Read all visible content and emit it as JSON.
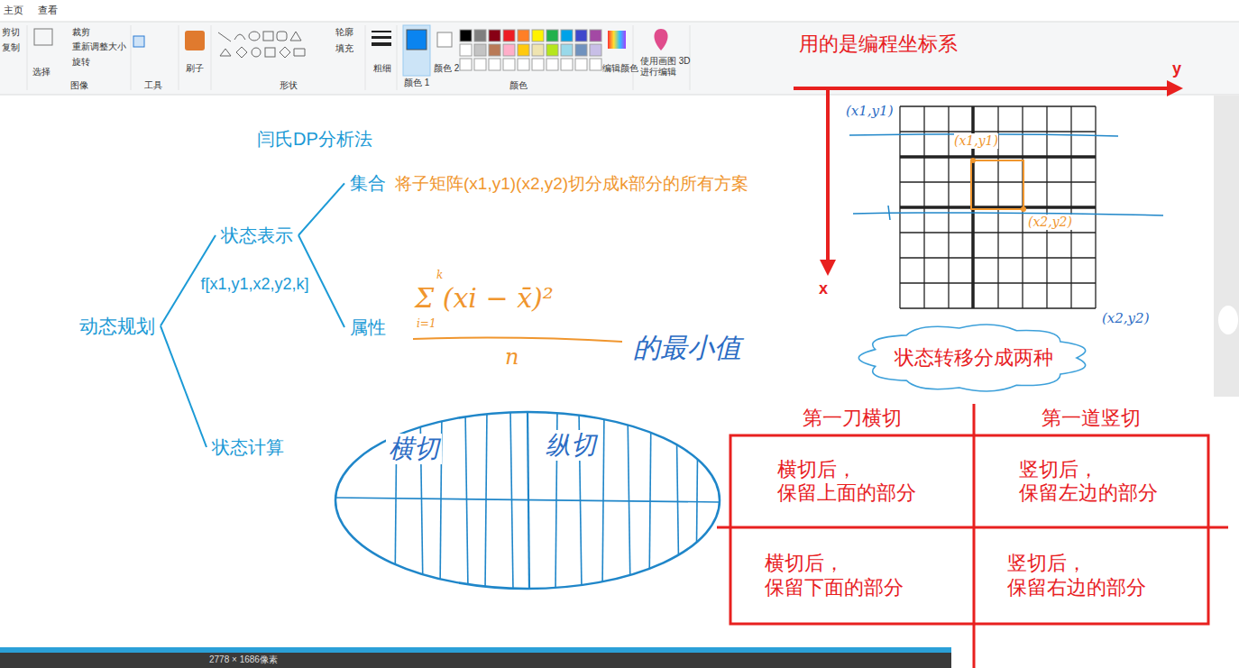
{
  "diagram": {
    "title": "闫氏DP分析法",
    "nodes": [
      {
        "text": [
          "动态规划"
        ]
      },
      {
        "text": [
          "状态表示"
        ]
      },
      {
        "text": [
          "状态计算"
        ]
      },
      {
        "text": [
          "集合",
          "将子矩阵(x1,y1)(x2,y2)切分成k部分的所有方案"
        ]
      },
      {
        "text": [
          "属性"
        ]
      },
      {
        "text": [
          "横切",
          "纵切"
        ]
      },
      {
        "text": [
          "状态转移分成两种"
        ]
      },
      {
        "text": [
          "第一刀横切"
        ]
      },
      {
        "text": [
          "第一道竖切"
        ]
      },
      {
        "text": [
          "横切后， 保留上面的部分"
        ]
      },
      {
        "text": [
          "竖切后， 保留左边的部分"
        ]
      },
      {
        "text": [
          "横切后， 保留下面的部分"
        ]
      },
      {
        "text": [
          "竖切后， 保留右边的部分"
        ]
      }
    ],
    "edges": [
      {
        "from": 0,
        "to": 1,
        "arrow": "none",
        "label": "f[x1,y1,x2,y2,k]"
      },
      {
        "from": 0,
        "to": 2,
        "arrow": "none"
      },
      {
        "from": 1,
        "to": 3,
        "arrow": "none"
      },
      {
        "from": 1,
        "to": 4,
        "arrow": "none"
      }
    ],
    "labels": [
      "主页",
      "查看",
      "剪切",
      "复制",
      "选择",
      "裁剪",
      "重新调整大小",
      "旋转",
      "图像",
      "工具",
      "刷子",
      "形状",
      "轮廓",
      "填充",
      "粗细",
      "颜色 1",
      "颜色 2",
      "编辑颜色",
      "使用画图 3D 进行编辑",
      "颜色",
      "2778 × 1686像素",
      "用的是编程坐标系",
      "y",
      "x",
      "(x1,y1)",
      "(x1,y1)",
      "(x2,y2)",
      "(x2,y2)",
      "k",
      "Σ (xi − x̄)²",
      "i=1",
      "n",
      "的最小值"
    ]
  }
}
